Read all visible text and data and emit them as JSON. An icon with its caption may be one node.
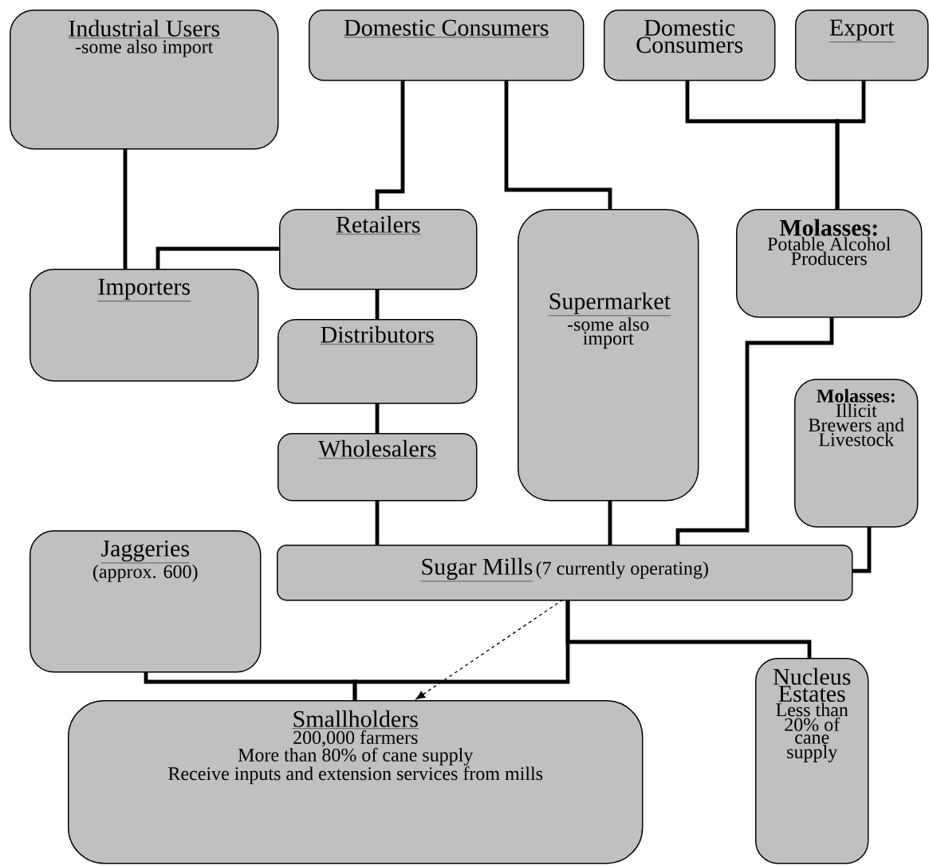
{
  "diagram": {
    "nodes": [
      {
        "text": [
          "Industrial Users",
          "-some also import"
        ]
      },
      {
        "text": [
          "Domestic Consumers"
        ]
      },
      {
        "text": [
          "Domestic Consumers"
        ]
      },
      {
        "text": [
          "Export"
        ]
      },
      {
        "text": [
          "Retailers"
        ]
      },
      {
        "text": [
          "Importers"
        ]
      },
      {
        "text": [
          "Supermarket",
          "-some also import"
        ]
      },
      {
        "text": [
          "Molasses:",
          "Potable Alcohol Producers"
        ]
      },
      {
        "text": [
          "Distributors"
        ]
      },
      {
        "text": [
          "Molasses:",
          "Illicit Brewers and Livestock"
        ]
      },
      {
        "text": [
          "Wholesalers"
        ]
      },
      {
        "text": [
          "Jaggeries",
          "(approx. 600)"
        ]
      },
      {
        "text": [
          "Sugar Mills",
          "(7 currently operating)"
        ]
      },
      {
        "text": [
          "Smallholders",
          "200,000 farmers",
          "More than 80% of cane supply",
          "Receive inputs and extension services from mills"
        ]
      },
      {
        "text": [
          "Nucleus Estates",
          "Less than 20% of cane supply"
        ]
      }
    ],
    "edges": [
      {
        "from": 0,
        "to": 5,
        "arrow": "none"
      },
      {
        "from": 1,
        "to": 4,
        "arrow": "none"
      },
      {
        "from": 1,
        "to": 6,
        "arrow": "none"
      },
      {
        "from": 2,
        "to": 7,
        "arrow": "none"
      },
      {
        "from": 3,
        "to": 7,
        "arrow": "none"
      },
      {
        "from": 4,
        "to": 5,
        "arrow": "none"
      },
      {
        "from": 4,
        "to": 8,
        "arrow": "none"
      },
      {
        "from": 8,
        "to": 10,
        "arrow": "none"
      },
      {
        "from": 10,
        "to": 12,
        "arrow": "none"
      },
      {
        "from": 6,
        "to": 12,
        "arrow": "none"
      },
      {
        "from": 7,
        "to": 12,
        "arrow": "none"
      },
      {
        "from": 9,
        "to": 12,
        "arrow": "none"
      },
      {
        "from": 12,
        "to": 13,
        "arrow": "none"
      },
      {
        "from": 12,
        "to": 14,
        "arrow": "none"
      },
      {
        "from": 11,
        "to": 13,
        "arrow": "none"
      },
      {
        "from": 12,
        "to": 13,
        "arrow": "to",
        "style": "dashed"
      }
    ]
  }
}
